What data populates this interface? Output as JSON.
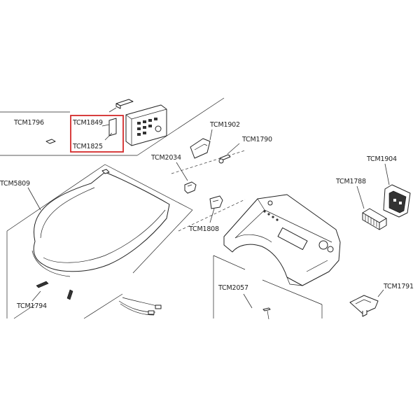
{
  "parts": [
    {
      "id": "tcm1796",
      "label": "TCM1796"
    },
    {
      "id": "tcm1849",
      "label": "TCM1849"
    },
    {
      "id": "tcm1825",
      "label": "TCM1825"
    },
    {
      "id": "tcm1902",
      "label": "TCM1902"
    },
    {
      "id": "tcm1790",
      "label": "TCM1790"
    },
    {
      "id": "tcm2034",
      "label": "TCM2034"
    },
    {
      "id": "tcm5809",
      "label": "TCM5809"
    },
    {
      "id": "tcm1904",
      "label": "TCM1904"
    },
    {
      "id": "tcm1788",
      "label": "TCM1788"
    },
    {
      "id": "tcm1808",
      "label": "TCM1808"
    },
    {
      "id": "tcm1794",
      "label": "TCM1794"
    },
    {
      "id": "tcm2057",
      "label": "TCM2057"
    },
    {
      "id": "tcm1791",
      "label": "TCM1791"
    }
  ],
  "colors": {
    "highlight": "#d42a2a",
    "line": "#222222",
    "background": "#ffffff"
  }
}
